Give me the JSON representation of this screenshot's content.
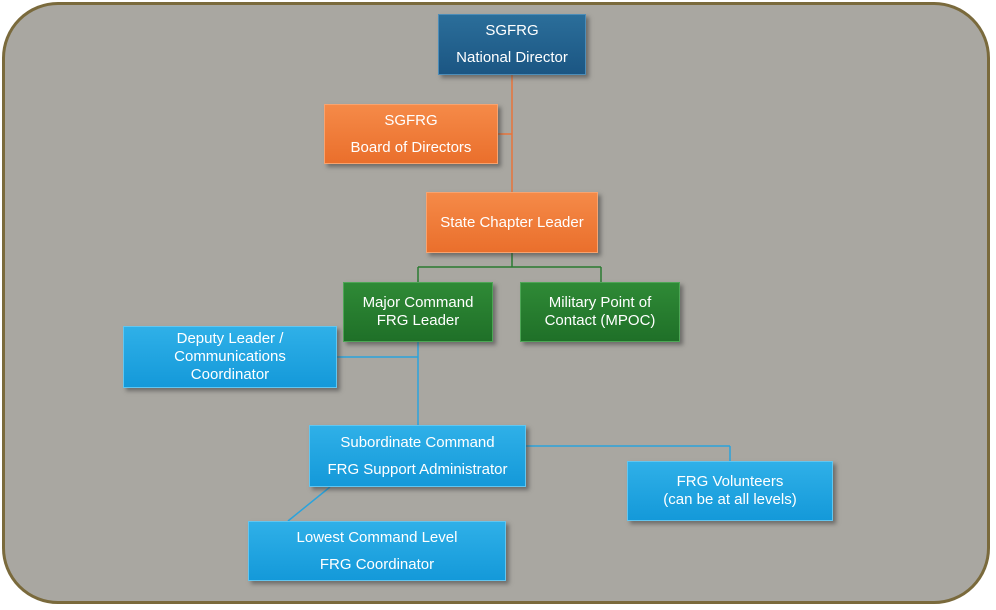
{
  "nodes": {
    "national_director": {
      "line1": "SGFRG",
      "line2": "National Director"
    },
    "board_of_directors": {
      "line1": "SGFRG",
      "line2": "Board of Directors"
    },
    "state_chapter_leader": {
      "line1": "State Chapter Leader"
    },
    "major_command": {
      "line1": "Major Command",
      "line2": "FRG Leader"
    },
    "mpoc": {
      "line1": "Military Point of",
      "line2": "Contact (MPOC)"
    },
    "deputy_leader": {
      "line1": "Deputy Leader /",
      "line2": "Communications",
      "line3": "Coordinator"
    },
    "subordinate_command": {
      "line1": "Subordinate Command",
      "line2": "FRG Support Administrator"
    },
    "frg_volunteers": {
      "line1": "FRG Volunteers",
      "line2": "(can be at all levels)"
    },
    "lowest_command": {
      "line1": "Lowest Command Level",
      "line2": "FRG Coordinator"
    }
  },
  "colors": {
    "navy": "#1b5683",
    "orange": "#ea6f2c",
    "green": "#1f7028",
    "blue": "#1499d9",
    "frame_border": "#7a6a3c",
    "background": "#a9a7a1"
  }
}
